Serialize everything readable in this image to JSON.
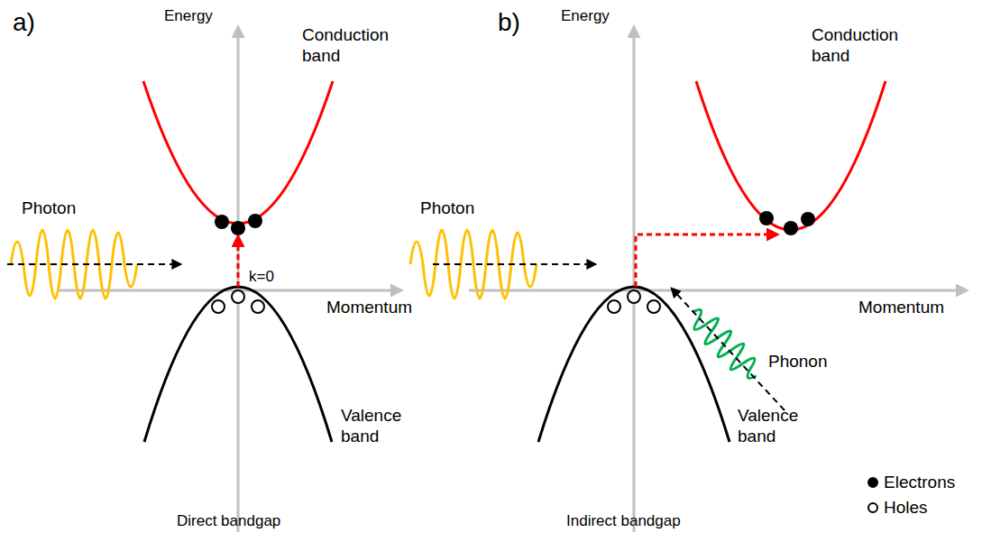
{
  "diagram": {
    "labels": [
      "a)",
      "Energy",
      "Conduction band",
      "Photon",
      "k=0",
      "Momentum",
      "Valence band",
      "Direct bandgap",
      "b)",
      "Energy",
      "Conduction band",
      "Photon",
      "Momentum",
      "Phonon",
      "Valence band",
      "Indirect bandgap"
    ],
    "legend": [
      {
        "text": "Electrons"
      },
      {
        "text": "Holes"
      }
    ]
  }
}
